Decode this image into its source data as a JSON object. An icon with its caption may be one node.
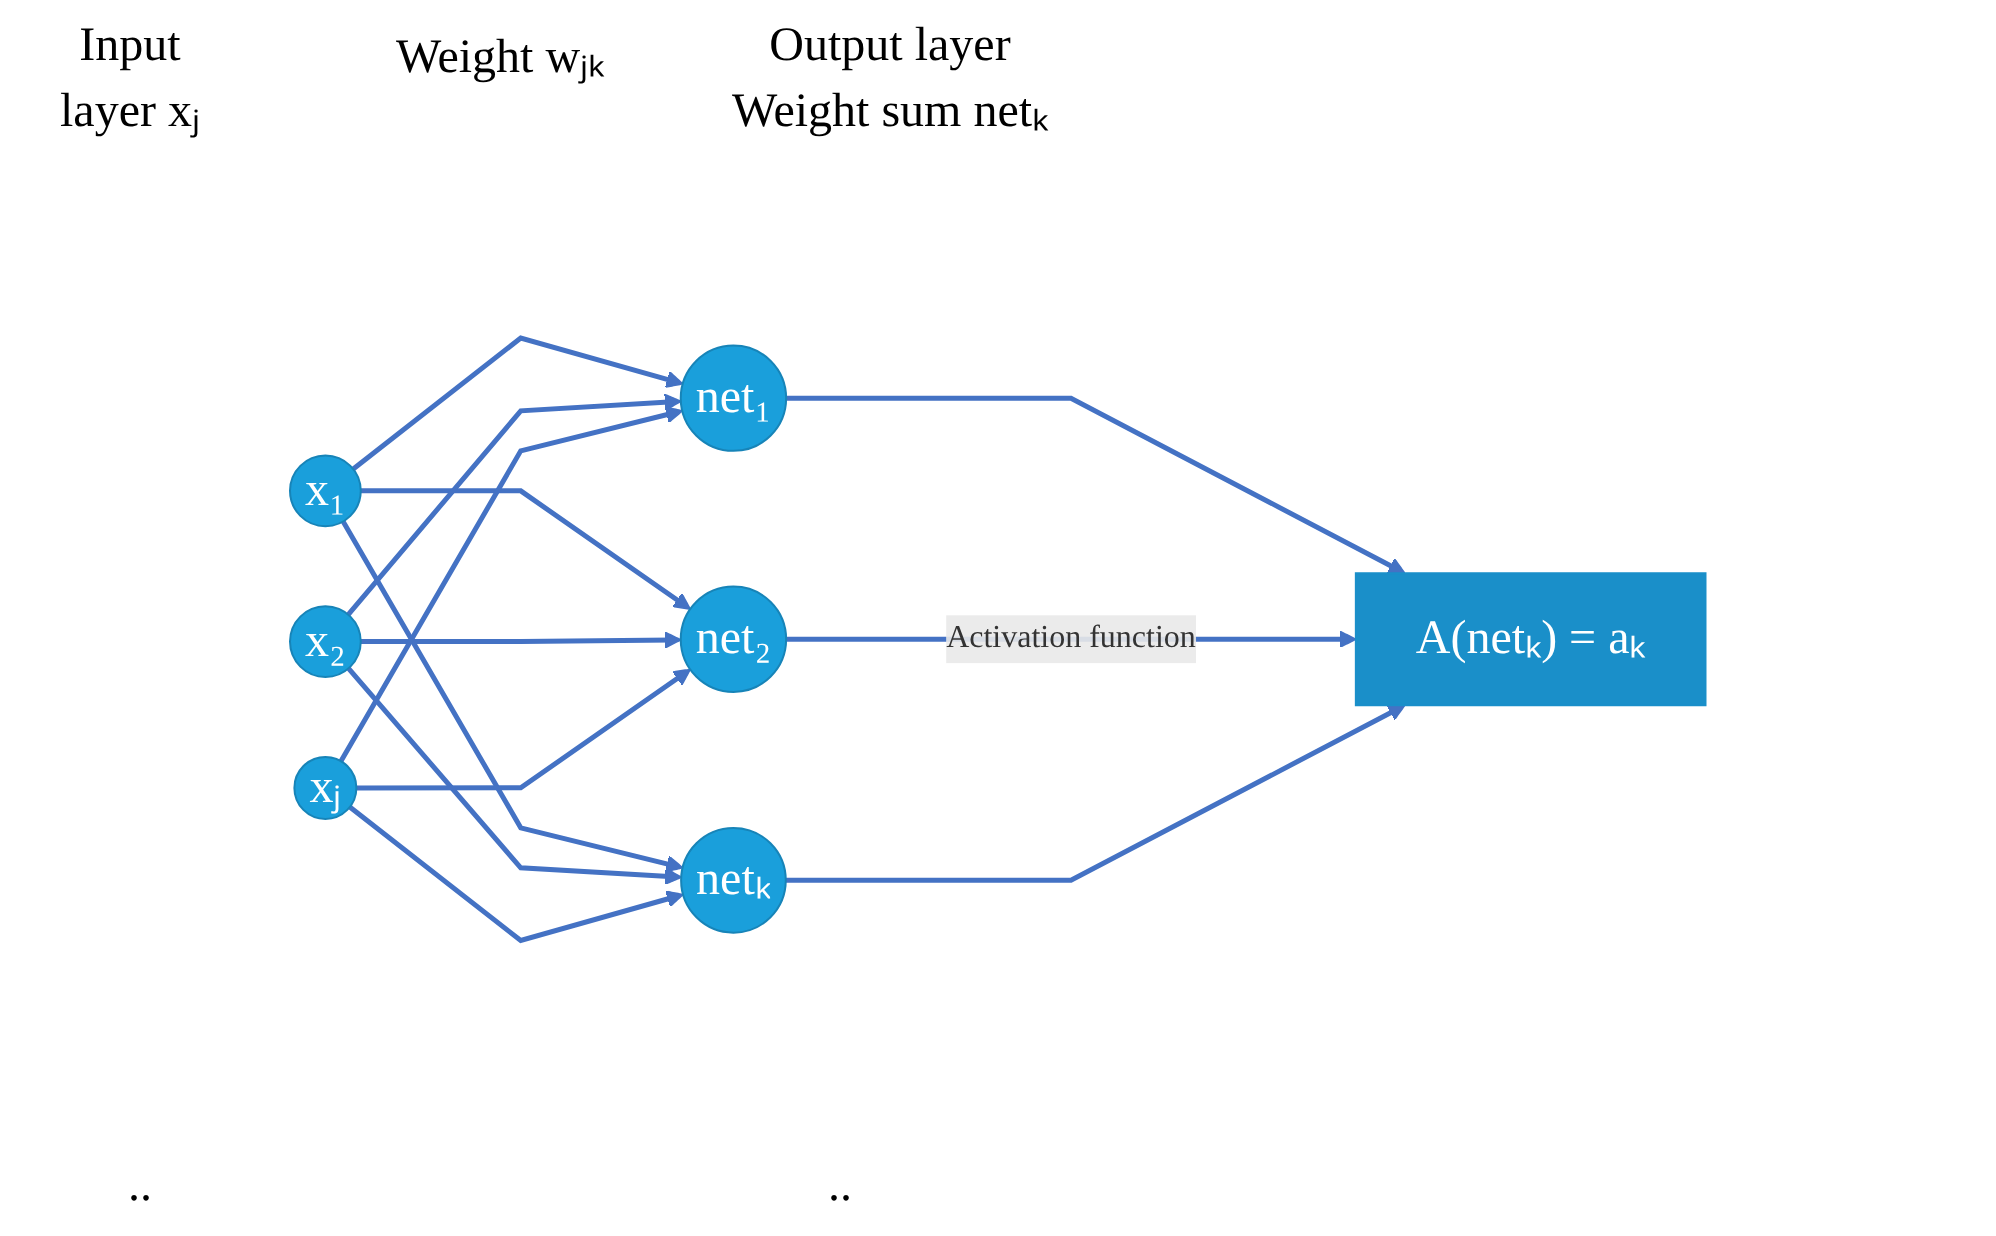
{
  "diagram": {
    "nodes": [
      {
        "text": [
          "x₁"
        ]
      },
      {
        "text": [
          "x₂"
        ]
      },
      {
        "text": [
          "xⱼ"
        ]
      },
      {
        "text": [
          "net₁"
        ]
      },
      {
        "text": [
          "net₂"
        ]
      },
      {
        "text": [
          "netₖ"
        ]
      },
      {
        "text": [
          "A(netₖ) = aₖ"
        ]
      }
    ],
    "edges": [
      {
        "from": 0,
        "to": 3,
        "arrow": "to"
      },
      {
        "from": 0,
        "to": 4,
        "arrow": "to"
      },
      {
        "from": 0,
        "to": 5,
        "arrow": "to"
      },
      {
        "from": 1,
        "to": 3,
        "arrow": "to"
      },
      {
        "from": 1,
        "to": 4,
        "arrow": "to"
      },
      {
        "from": 1,
        "to": 5,
        "arrow": "to"
      },
      {
        "from": 2,
        "to": 3,
        "arrow": "to"
      },
      {
        "from": 2,
        "to": 4,
        "arrow": "to"
      },
      {
        "from": 2,
        "to": 5,
        "arrow": "to"
      },
      {
        "from": 3,
        "to": 6,
        "arrow": "to"
      },
      {
        "from": 4,
        "to": 6,
        "arrow": "to",
        "label": "Activation function"
      },
      {
        "from": 5,
        "to": 6,
        "arrow": "to"
      }
    ],
    "labels": [
      "Input layer xⱼ",
      "Weight wⱼₖ",
      "Output layer Weight sum netₖ",
      "..",
      ".."
    ]
  }
}
